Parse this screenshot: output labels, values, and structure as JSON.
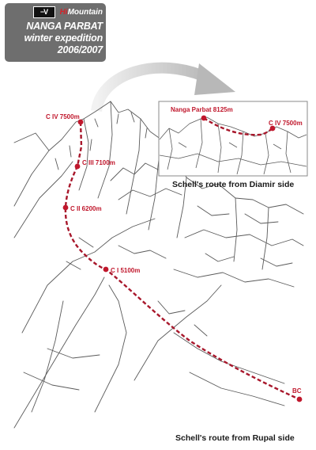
{
  "header": {
    "logo_glyph": "−V",
    "brand_hi": "Hi",
    "brand_rest": "Mountain",
    "title_lines": [
      "NANGA PARBAT",
      "winter expedition",
      "2006/2007"
    ]
  },
  "colors": {
    "route": "#a8172b",
    "camp": "#c0172c",
    "title_box": "#6e6e6e",
    "sketch": "#555555"
  },
  "main_route": {
    "camps": [
      {
        "label": "C IV 7500m"
      },
      {
        "label": "C III 7100m"
      },
      {
        "label": "C II 6200m"
      },
      {
        "label": "C I 5100m"
      },
      {
        "label": "BC"
      }
    ],
    "caption": "Schell's route from Rupal side"
  },
  "inset_route": {
    "camps": [
      {
        "label": "Nanga Parbat 8125m"
      },
      {
        "label": "C IV 7500m"
      }
    ],
    "caption": "Schell's route from Diamir side"
  }
}
